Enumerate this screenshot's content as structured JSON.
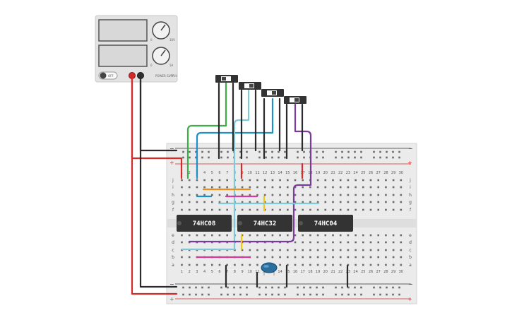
{
  "power_supply": {
    "switch_label": "OFF",
    "knob1_min": "0",
    "knob1_max": "30V",
    "knob2_min": "0",
    "knob2_max": "5A",
    "brand": "POWER SUPPLY"
  },
  "chips": [
    {
      "label": "74HC08"
    },
    {
      "label": "74HC32"
    },
    {
      "label": "74HC04"
    }
  ],
  "breadboard": {
    "columns": [
      "1",
      "2",
      "3",
      "4",
      "5",
      "6",
      "7",
      "8",
      "9",
      "10",
      "11",
      "12",
      "13",
      "14",
      "15",
      "16",
      "17",
      "18",
      "19",
      "20",
      "21",
      "22",
      "23",
      "24",
      "25",
      "26",
      "27",
      "28",
      "29",
      "30"
    ],
    "rows_top": [
      "j",
      "i",
      "h",
      "g",
      "f"
    ],
    "rows_bottom": [
      "e",
      "d",
      "c",
      "b",
      "a"
    ],
    "rail_minus": "−",
    "rail_plus": "+"
  },
  "colors": {
    "red_wire": "#d42a2a",
    "black_wire": "#2b2b2b",
    "green_wire": "#3cb043",
    "blue_wire": "#1e90c8",
    "light_blue_wire": "#7fc8d8",
    "purple_wire": "#7a3c9c",
    "orange_wire": "#e8901c",
    "pink_wire": "#d23c9a",
    "yellow_wire": "#f0c814",
    "led": "#2a6fa0"
  }
}
